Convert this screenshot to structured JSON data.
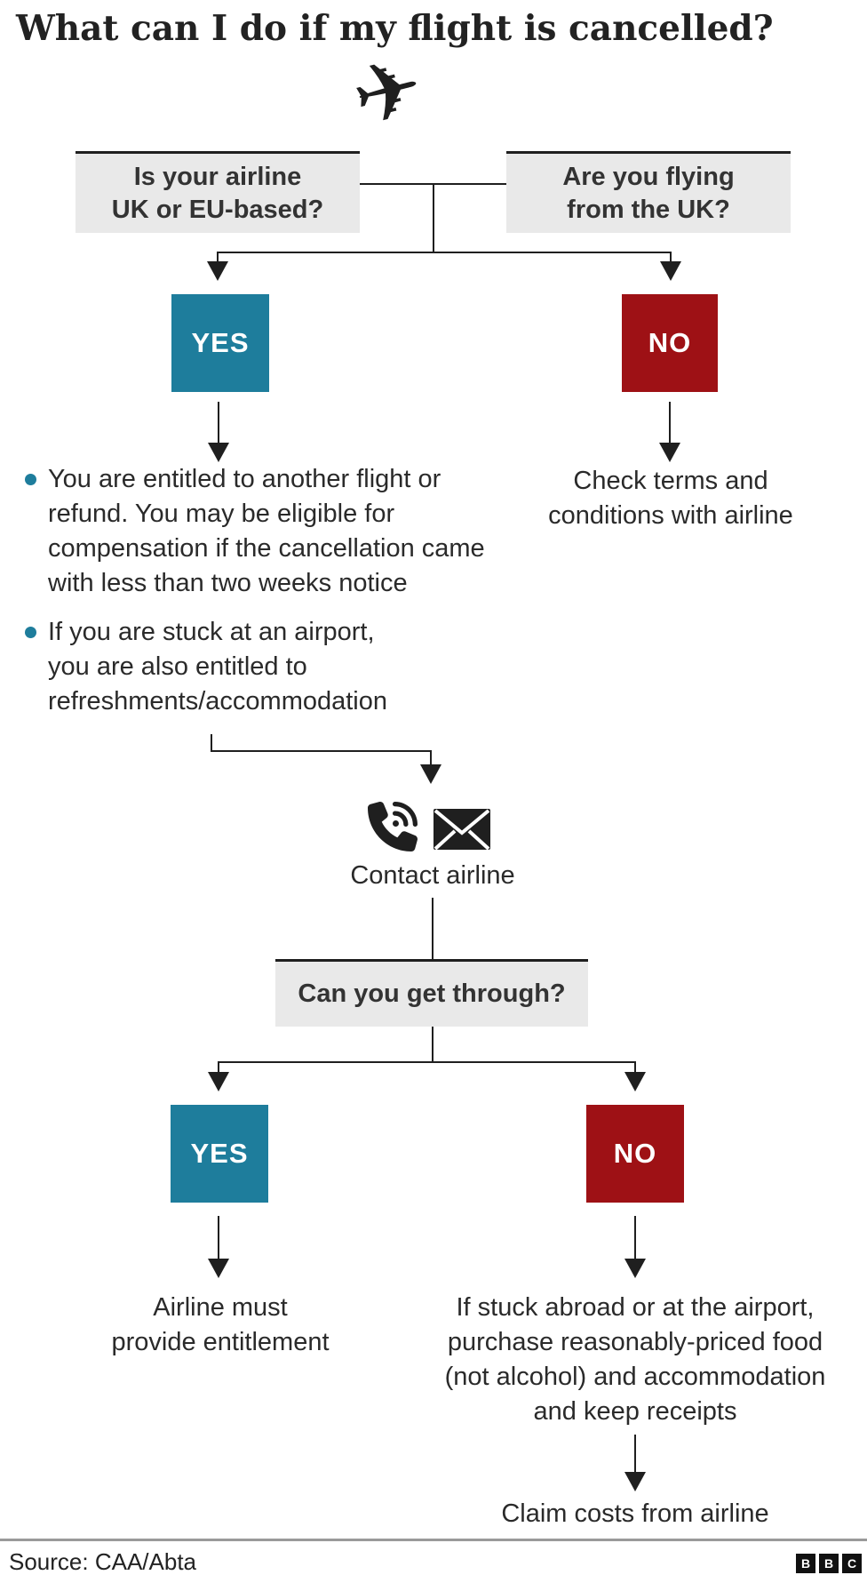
{
  "title": "What can I do if my flight is cancelled?",
  "colors": {
    "teal": "#1e7d9c",
    "red": "#9e1115",
    "box_bg": "#e9e9e9",
    "line": "#1f1f1f",
    "text": "#2a2a2a",
    "divider": "#9a9a9a"
  },
  "icons": {
    "plane_glyph": "✈",
    "phone": "phone-receiver-with-sound-waves",
    "envelope": "sealed-envelope"
  },
  "questions": {
    "q1_lines": [
      "Is your airline",
      "UK or EU-based?"
    ],
    "q2_lines": [
      "Are you flying",
      "from the UK?"
    ],
    "q3": "Can you get through?"
  },
  "answers": {
    "yes": "YES",
    "no": "NO"
  },
  "branch1": {
    "yes_bullets": [
      [
        "You are entitled to another flight or",
        "refund. You may be eligible for",
        "compensation if the cancellation came",
        "with less than two weeks notice"
      ],
      [
        "If you are stuck at an airport,",
        "you are also entitled to",
        "refreshments/accommodation"
      ]
    ],
    "no_text": [
      "Check terms and",
      "conditions with airline"
    ]
  },
  "contact": {
    "label": "Contact airline"
  },
  "branch2": {
    "yes_text": [
      "Airline must",
      "provide entitlement"
    ],
    "no_text": [
      "If stuck abroad or at the airport,",
      "purchase reasonably-priced food",
      "(not alcohol) and accommodation",
      "and keep receipts"
    ],
    "claim_text": "Claim costs from airline"
  },
  "footer": {
    "source": "Source: CAA/Abta",
    "logo_letters": [
      "B",
      "B",
      "C"
    ]
  }
}
